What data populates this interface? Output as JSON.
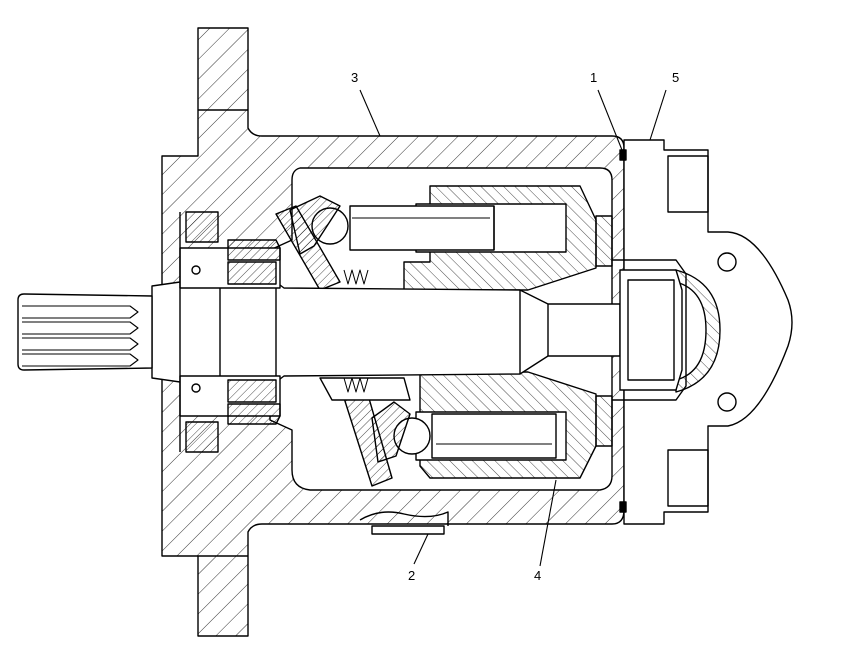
{
  "callouts": [
    {
      "id": "1",
      "text": "1"
    },
    {
      "id": "2",
      "text": "2"
    },
    {
      "id": "3",
      "text": "3"
    },
    {
      "id": "4",
      "text": "4"
    },
    {
      "id": "5",
      "text": "5"
    }
  ],
  "colors": {
    "line": "#000000",
    "background": "#ffffff",
    "hatch": "#000000"
  }
}
